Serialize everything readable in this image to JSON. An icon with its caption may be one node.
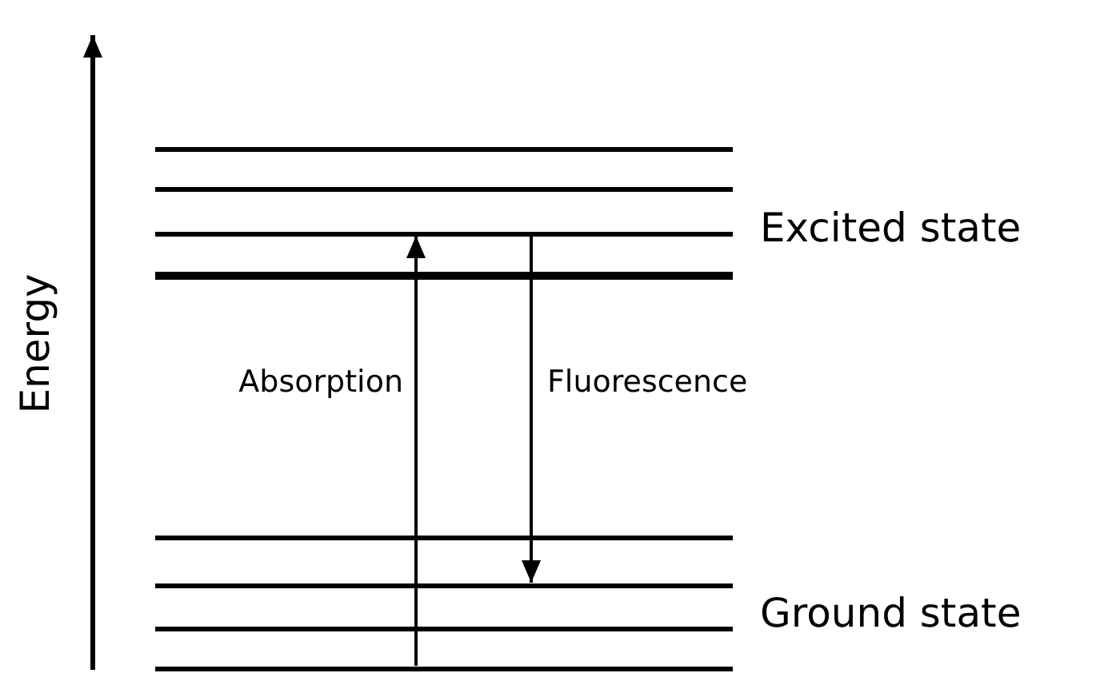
{
  "diagram": {
    "nodes": [
      {
        "text": [],
        "shape": "bar"
      },
      {
        "text": [],
        "shape": "bar"
      },
      {
        "text": [],
        "shape": "bar"
      },
      {
        "text": [],
        "shape": "bar"
      },
      {
        "text": [],
        "shape": "bar"
      },
      {
        "text": [],
        "shape": "bar"
      },
      {
        "text": [],
        "shape": "bar"
      },
      {
        "text": [],
        "shape": "bar"
      }
    ],
    "edges": [
      {
        "from": 7,
        "to": 2,
        "arrow": "to",
        "label": "Absorption"
      },
      {
        "from": 2,
        "to": 5,
        "arrow": "to",
        "label": "Fluorescence"
      }
    ],
    "labels": [
      "Energy",
      "Excited state",
      "Ground state"
    ]
  }
}
